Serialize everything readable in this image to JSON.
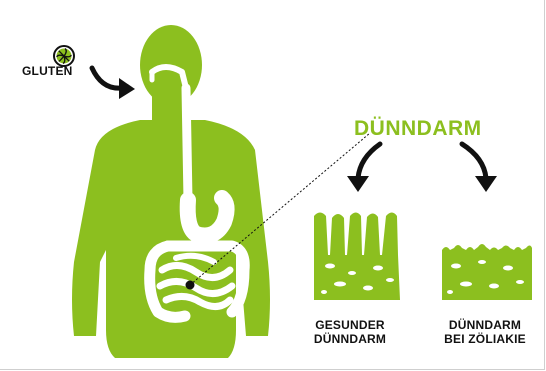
{
  "labels": {
    "gluten": "GLUTEN",
    "small_intestine": "DÜNNDARM",
    "healthy_line1": "GESUNDER",
    "healthy_line2": "DÜNNDARM",
    "celiac_line1": "DÜNNDARM",
    "celiac_line2": "BEI ZÖLIAKIE"
  },
  "colors": {
    "body_green": "#8cbf1f",
    "organ_white": "#ffffff",
    "ink": "#111111"
  },
  "icons": [
    "gluten-icon",
    "arrow-to-mouth",
    "arrow-to-healthy",
    "arrow-to-celiac"
  ]
}
